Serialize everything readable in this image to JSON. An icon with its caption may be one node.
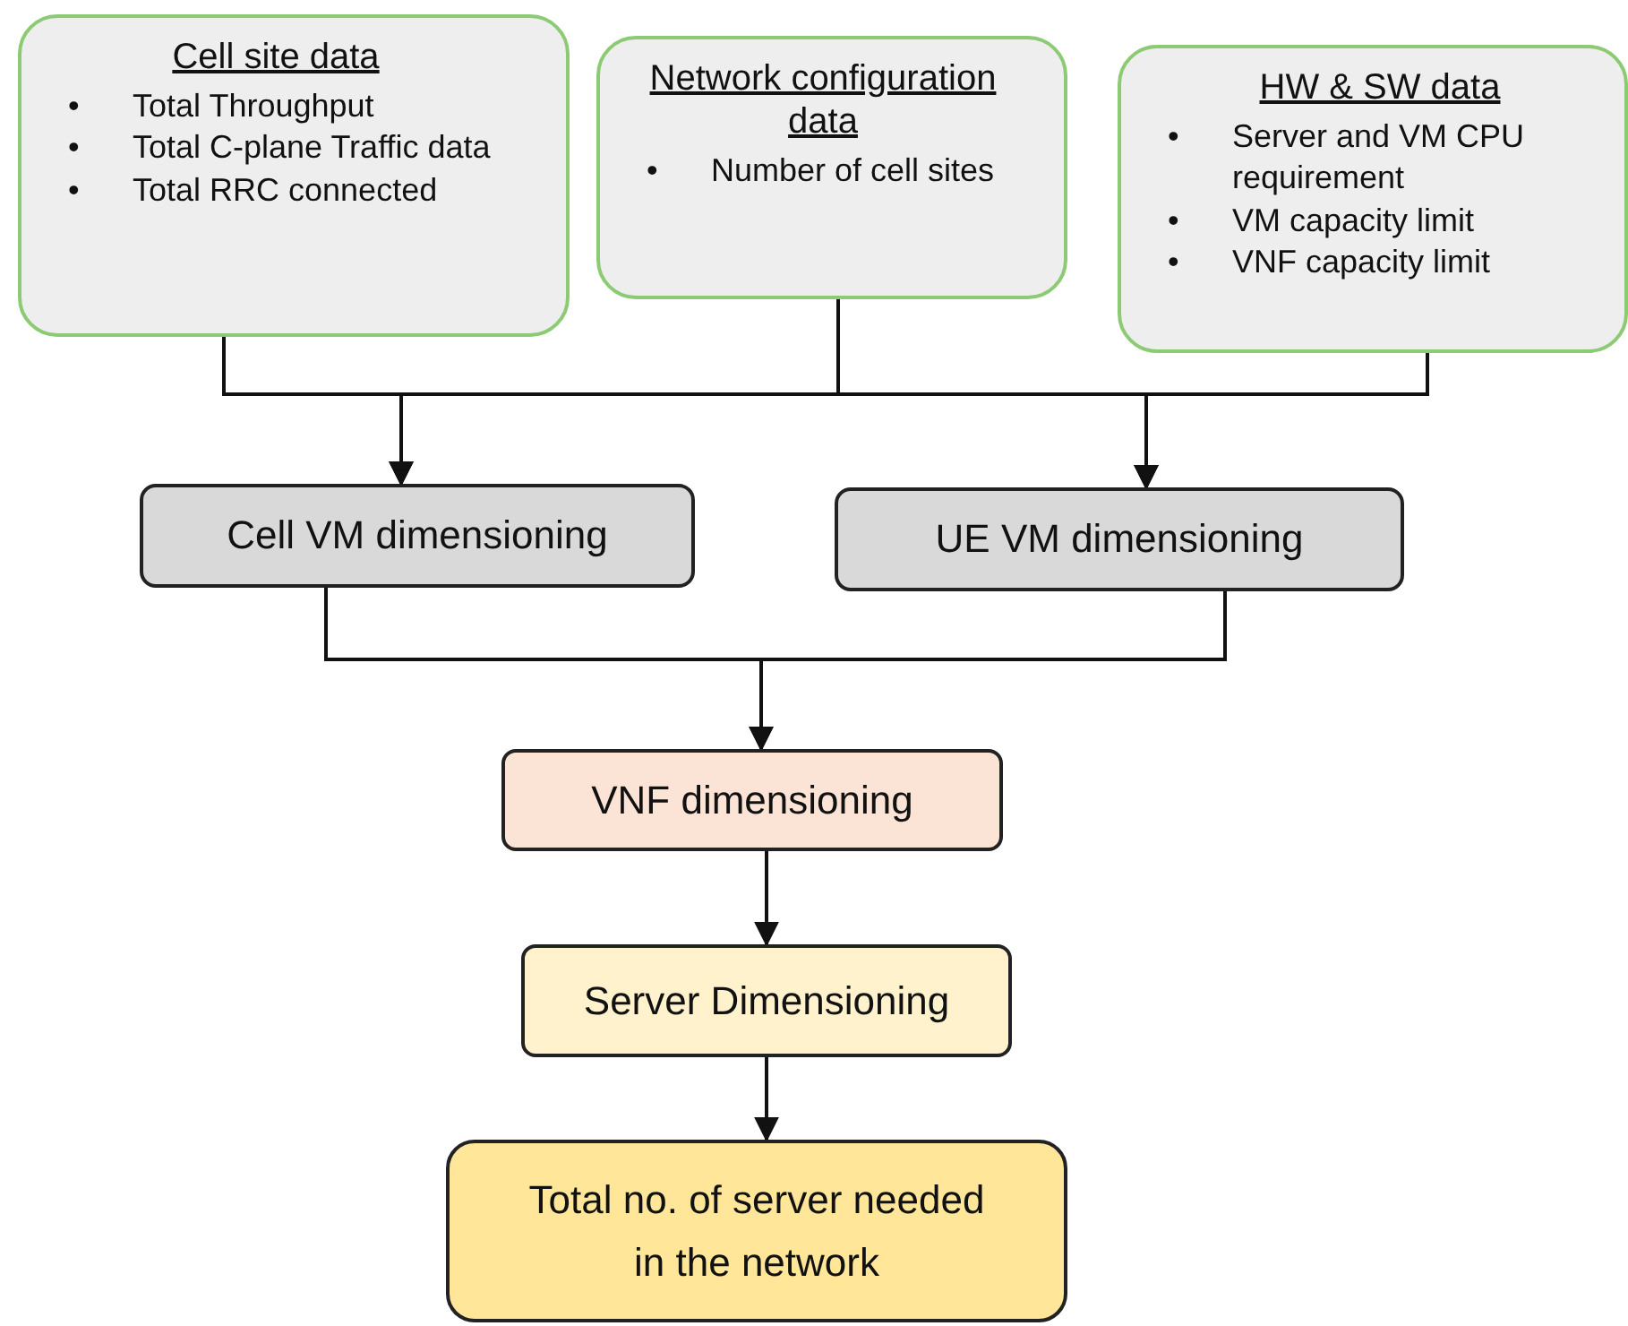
{
  "diagram": {
    "nodes": [
      {
        "text": [
          "Cell site data",
          "• Total Throughput",
          "• Total C-plane Traffic data",
          "• Total RRC connected"
        ]
      },
      {
        "text": [
          "Network configuration data",
          "• Number of cell sites"
        ]
      },
      {
        "text": [
          "HW & SW data",
          "• Server and VM CPU requirement",
          "• VM capacity limit",
          "• VNF capacity limit"
        ]
      },
      {
        "text": [
          "Cell VM dimensioning"
        ]
      },
      {
        "text": [
          "UE VM dimensioning"
        ]
      },
      {
        "text": [
          "VNF dimensioning"
        ]
      },
      {
        "text": [
          "Server Dimensioning"
        ]
      },
      {
        "text": [
          "Total no. of server needed in the network"
        ]
      }
    ],
    "edges": [
      {
        "from": 0,
        "to": 3,
        "arrow": "to"
      },
      {
        "from": 0,
        "to": 4,
        "arrow": "to"
      },
      {
        "from": 1,
        "to": 3,
        "arrow": "to"
      },
      {
        "from": 1,
        "to": 4,
        "arrow": "to"
      },
      {
        "from": 2,
        "to": 3,
        "arrow": "to"
      },
      {
        "from": 2,
        "to": 4,
        "arrow": "to"
      },
      {
        "from": 3,
        "to": 5,
        "arrow": "to"
      },
      {
        "from": 4,
        "to": 5,
        "arrow": "to"
      },
      {
        "from": 5,
        "to": 6,
        "arrow": "to"
      },
      {
        "from": 6,
        "to": 7,
        "arrow": "to"
      }
    ]
  }
}
